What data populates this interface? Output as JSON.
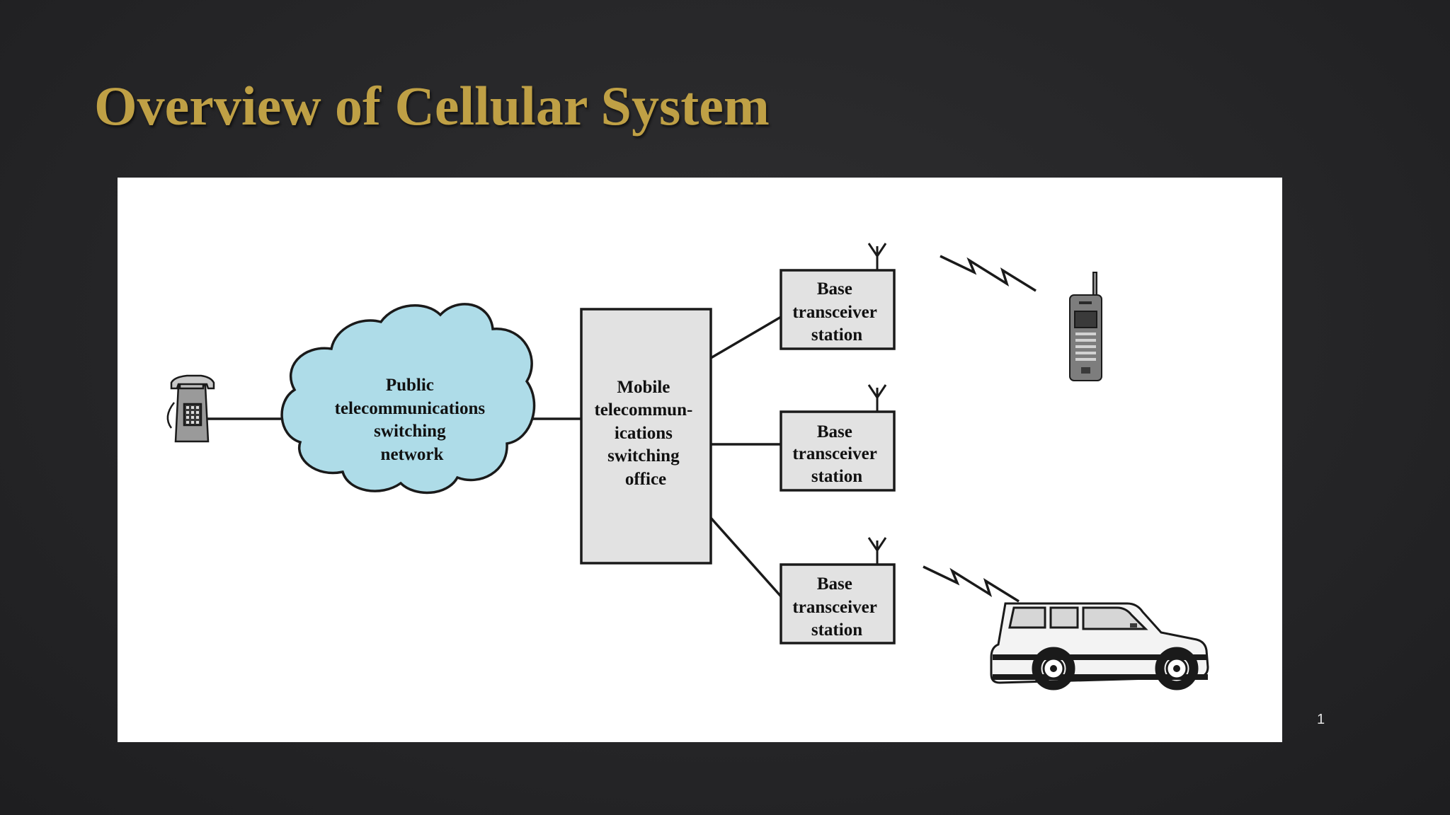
{
  "slide": {
    "title": "Overview of Cellular System",
    "page_number": "1"
  },
  "colors": {
    "title": "#bfa045",
    "background": "#262628",
    "cloud_fill": "#aedce8",
    "box_fill": "#e2e2e2",
    "stroke": "#1a1a1a"
  },
  "diagram": {
    "network": {
      "lines": [
        "Public",
        "telecommunications",
        "switching",
        "network"
      ]
    },
    "switching_office": {
      "lines": [
        "Mobile",
        "telecommun-",
        "ications",
        "switching",
        "office"
      ]
    },
    "base_stations": [
      {
        "lines": [
          "Base",
          "transceiver",
          "station"
        ]
      },
      {
        "lines": [
          "Base",
          "transceiver",
          "station"
        ]
      },
      {
        "lines": [
          "Base",
          "transceiver",
          "station"
        ]
      }
    ],
    "endpoints": {
      "left": "telephone-icon",
      "top_right": "mobile-phone-icon",
      "bottom_right": "car-icon"
    }
  }
}
